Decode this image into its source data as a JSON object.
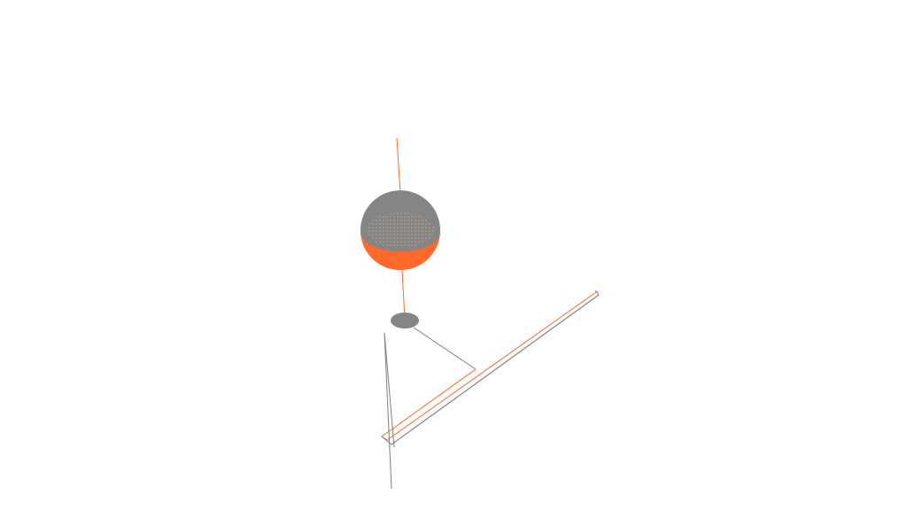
{
  "scene": {
    "colors": {
      "accent": "#ff6a2b",
      "wire": "#808080",
      "background": "#ffffff"
    },
    "objects": [
      "sphere",
      "disc",
      "axis-line",
      "rail",
      "tripod-leg"
    ]
  }
}
